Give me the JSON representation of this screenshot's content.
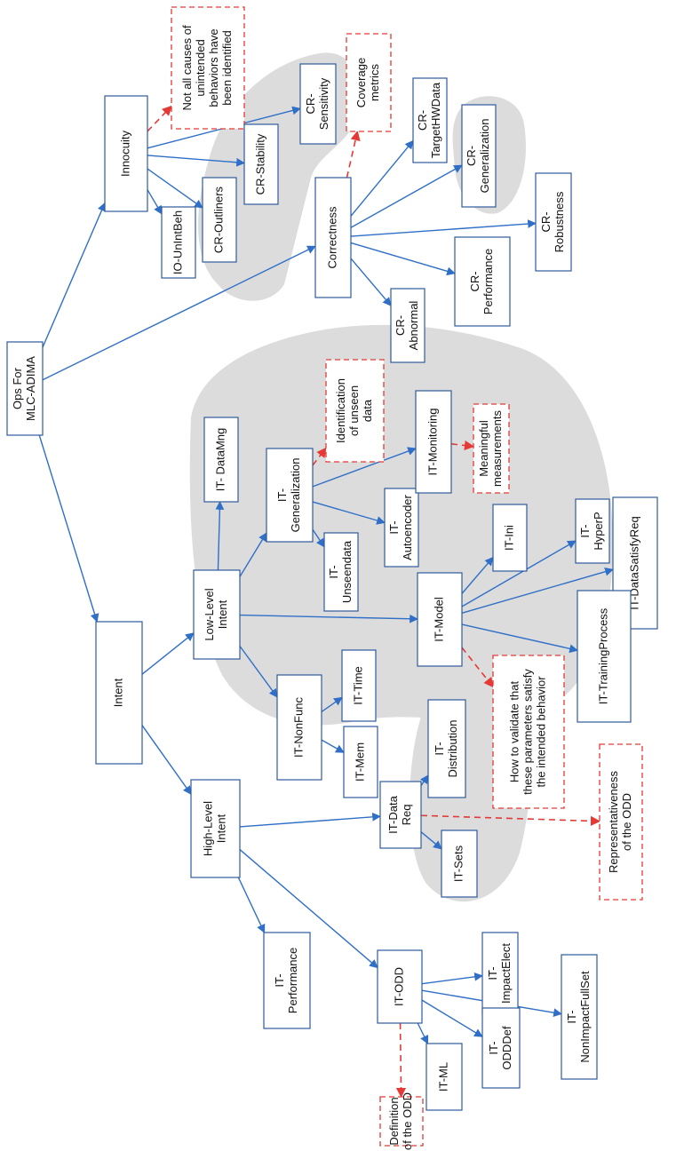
{
  "nodes": {
    "root": [
      "Ops For",
      "MLC-ADIMA"
    ],
    "innocuity": [
      "Innocuity"
    ],
    "intent": [
      "Intent"
    ],
    "io_unintbeh": [
      "IO-UnIntBeh"
    ],
    "cr_outliners": [
      "CR-Outliners"
    ],
    "cr_stability": [
      "CR-Stability"
    ],
    "cr_sensitivity": [
      "CR-",
      "Sensitivity"
    ],
    "correctness": [
      "Correctness"
    ],
    "cr_targethwdata": [
      "CR-",
      "TargetHWData"
    ],
    "cr_generalization": [
      "CR-",
      "Generalization"
    ],
    "cr_robustness": [
      "CR-",
      "Robustness"
    ],
    "cr_performance": [
      "CR-",
      "Performance"
    ],
    "cr_abnormal": [
      "CR-",
      "Abnormal"
    ],
    "low_level_intent": [
      "Low-Level",
      "Intent"
    ],
    "it_datamng": [
      "IT- DataMng"
    ],
    "it_generalization": [
      "IT-",
      "Generalization"
    ],
    "it_unseendata": [
      "IT-",
      "Unseendata"
    ],
    "it_autoencoder": [
      "IT-",
      "Autoencoder"
    ],
    "it_monitoring": [
      "IT-Monitoring"
    ],
    "it_model": [
      "IT-Model"
    ],
    "it_ini": [
      "IT-Ini"
    ],
    "it_hyperp": [
      "IT-",
      "HyperP"
    ],
    "it_datasatisfyreq": [
      "IT-DataSatisfyReq"
    ],
    "it_trainingprocess": [
      "IT-TrainingProcess"
    ],
    "it_nonfunc": [
      "IT-NonFunc"
    ],
    "it_time": [
      "IT-Time"
    ],
    "it_mem": [
      "IT-Mem"
    ],
    "high_level_intent": [
      "High-Level",
      "Intent"
    ],
    "it_datareq": [
      "IT-Data",
      "Req"
    ],
    "it_distribution": [
      "IT-",
      "Distribution"
    ],
    "it_sets": [
      "IT-Sets"
    ],
    "it_performance": [
      "IT-",
      "Performance"
    ],
    "it_odd": [
      "IT-ODD"
    ],
    "it_impactelect": [
      "IT-",
      "ImpactElect"
    ],
    "it_nonimpactfullset": [
      "IT-",
      "NonImpactFullSet"
    ],
    "it_odddef": [
      "IT-",
      "ODDDef"
    ],
    "it_ml": [
      "IT-ML"
    ]
  },
  "notes": {
    "unintended_causes": [
      "Not all causes of",
      "unintended",
      "behaviors have",
      "been identified"
    ],
    "coverage_metrics": [
      "Coverage",
      "metrics"
    ],
    "unseen_identification": [
      "Identification",
      "of unseen",
      "data"
    ],
    "meaningful_measurements": [
      "Meaningful",
      "measurements"
    ],
    "validate_parameters": [
      "How to validate that",
      "these parameters satisfy",
      "the intended behavior"
    ],
    "odd_representativeness": [
      "Representativeness",
      "of the ODD"
    ],
    "odd_definition": [
      "Definition",
      "of the ODD"
    ]
  },
  "colors": {
    "edge": "#2f6fc7",
    "box_border": "#2e5a9c",
    "note_border": "#e53935",
    "cluster_fill": "#dcdcdc"
  }
}
